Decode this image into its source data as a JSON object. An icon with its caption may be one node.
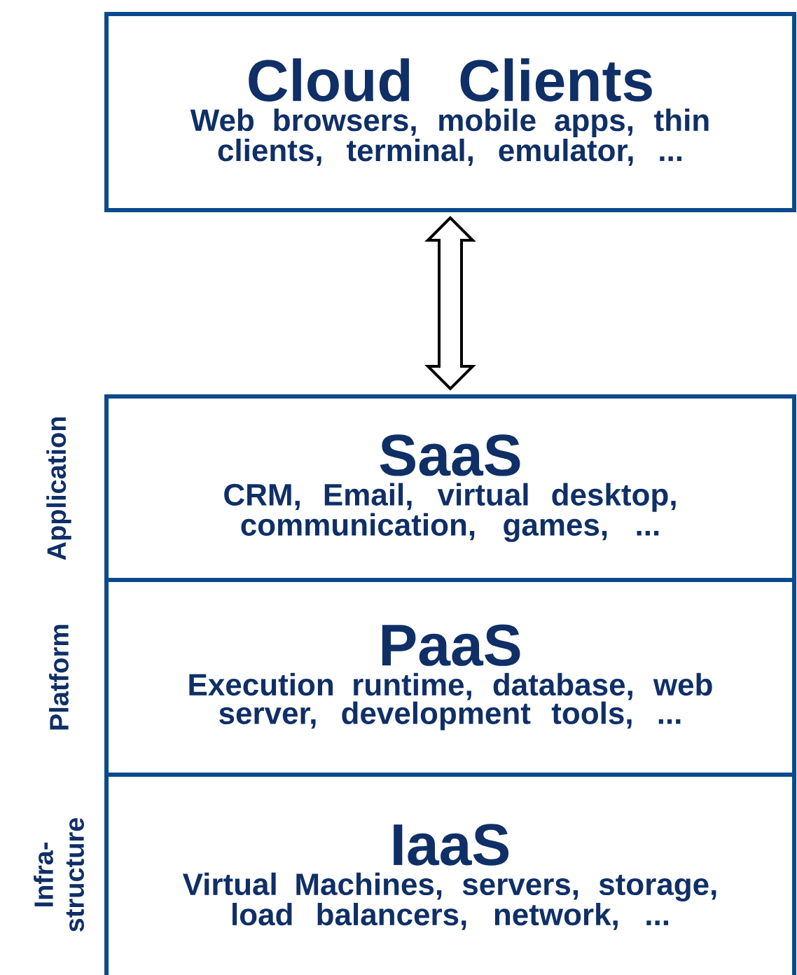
{
  "diagram": {
    "nodes": [
      {
        "text": [
          "Cloud Clients",
          "Web browsers, mobile apps, thin clients, terminal, emulator, ..."
        ]
      },
      {
        "text": [
          "SaaS",
          "CRM, Email, virtual desktop, communication, games, ..."
        ],
        "beside": [
          "Application"
        ]
      },
      {
        "text": [
          "PaaS",
          "Execution runtime, database, web server, development tools, ..."
        ],
        "beside": [
          "Platform"
        ]
      },
      {
        "text": [
          "IaaS",
          "Virtual Machines, servers, storage, load balancers, network, ..."
        ],
        "beside": [
          "Infra- structure"
        ]
      }
    ],
    "edges": [
      {
        "from": 0,
        "to": 1,
        "arrow": "both"
      }
    ]
  }
}
